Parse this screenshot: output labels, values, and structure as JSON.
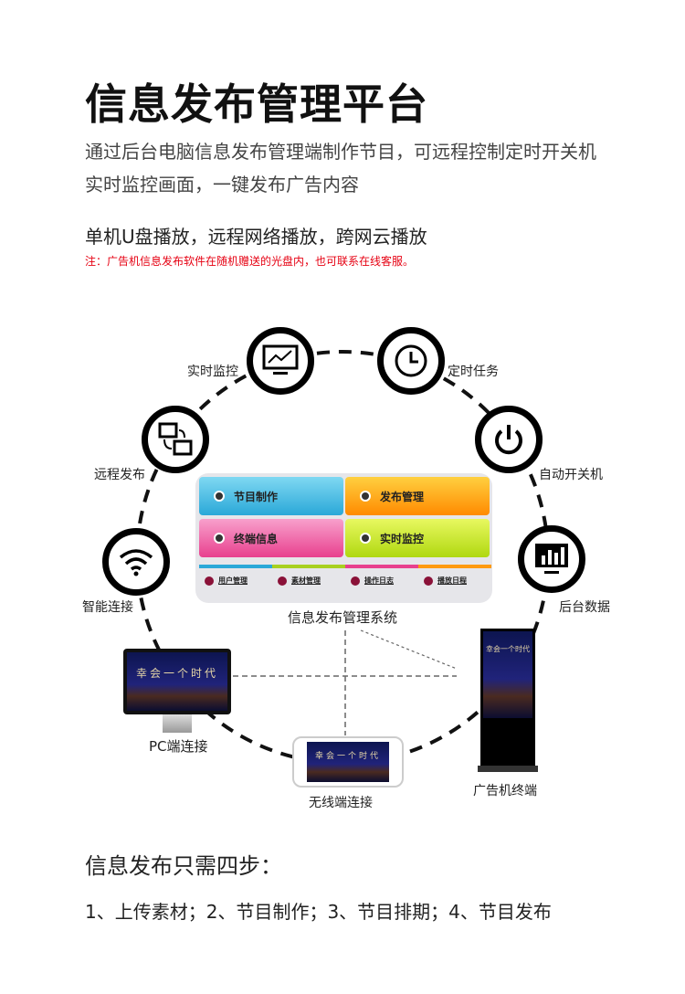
{
  "title": "信息发布管理平台",
  "description": [
    "通过后台电脑信息发布管理端制作节目，可远程控制定时开关机",
    "实时监控画面，一键发布广告内容"
  ],
  "subtitle": "单机U盘播放，远程网络播放，跨网云播放",
  "note": "注：广告机信息发布软件在随机赠送的光盘内，也可联系在线客服。",
  "features": {
    "monitor": "实时监控",
    "timer": "定时任务",
    "remote": "远程发布",
    "power": "自动开关机",
    "wifi": "智能连接",
    "data": "后台数据"
  },
  "system": {
    "title": "信息发布管理系统",
    "tiles": [
      "节目制作",
      "发布管理",
      "终端信息",
      "实时监控"
    ],
    "subs": [
      "用户管理",
      "素材管理",
      "操作日志",
      "播放日程"
    ],
    "colors": [
      "#3bb8e0",
      "#ffa010",
      "#ee4a9a",
      "#bde020"
    ]
  },
  "devices": {
    "pc": "PC端连接",
    "mobile": "无线端连接",
    "kiosk": "广告机终端",
    "screen_text": "幸会一个时代"
  },
  "steps_title": "信息发布只需四步：",
  "steps": "1、上传素材；2、节目制作；3、节目排期；4、节目发布"
}
